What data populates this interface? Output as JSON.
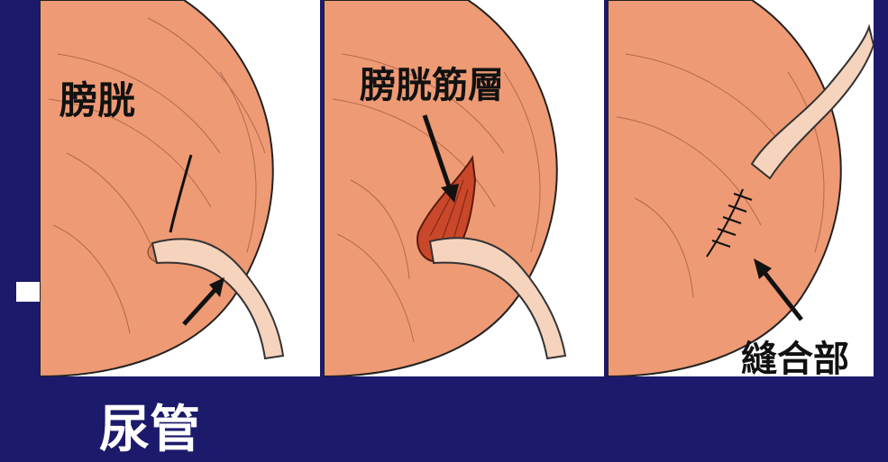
{
  "labels": {
    "bladder": "膀胱",
    "ureter": "尿管",
    "bladder_muscle_layer": "膀胱筋層",
    "suture_site": "縫合部"
  },
  "colors": {
    "background": "#1c1a6b",
    "panel": "#ffffff",
    "bladder_fill": "#ee9a74",
    "ureter_fill": "#f6d3bd",
    "muscle_layer": "#c9472a",
    "line": "#111111"
  }
}
